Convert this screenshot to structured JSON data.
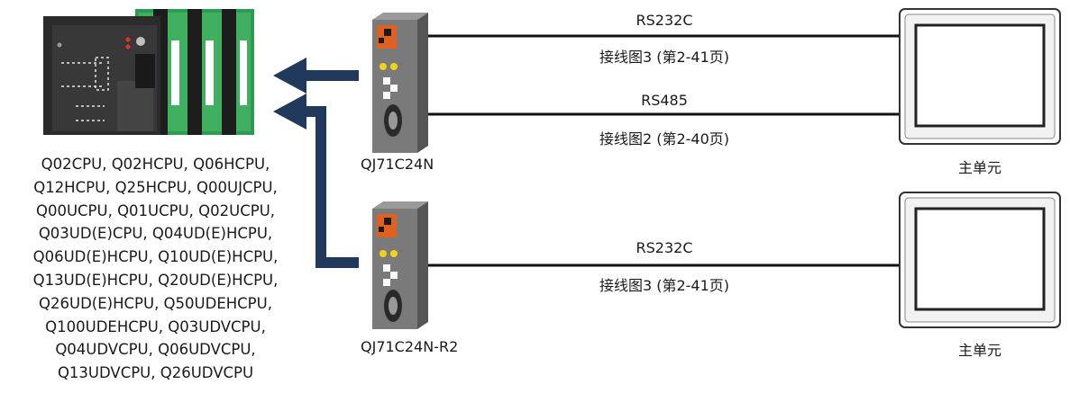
{
  "cpu_models": [
    "Q02CPU, Q02HCPU, Q06HCPU,",
    "Q12HCPU, Q25HCPU, Q00UJCPU,",
    "Q00UCPU, Q01UCPU, Q02UCPU,",
    "Q03UD(E)CPU, Q04UD(E)HCPU,",
    "Q06UD(E)HCPU, Q10UD(E)HCPU,",
    "Q13UD(E)HCPU, Q20UD(E)HCPU,",
    "Q26UD(E)HCPU, Q50UDEHCPU,",
    "Q100UDEHCPU, Q03UDVCPU,",
    "Q04UDVCPU, Q06UDVCPU,",
    "Q13UDVCPU, Q26UDVCPU"
  ],
  "modules": [
    {
      "name": "QJ71C24N"
    },
    {
      "name": "QJ71C24N-R2"
    }
  ],
  "links": [
    {
      "protocol": "RS232C",
      "wiring": "接线图3 (第2-41页)"
    },
    {
      "protocol": "RS485",
      "wiring": "接线图2 (第2-40页)"
    },
    {
      "protocol": "RS232C",
      "wiring": "接线图3 (第2-41页)"
    }
  ],
  "hmi_units": [
    {
      "label": "主单元"
    },
    {
      "label": "主单元"
    }
  ],
  "colors": {
    "arrow": "#22395e",
    "module_body": "#7a7a7a",
    "module_accent": "#e0611f",
    "plc_body": "#2b2b2b",
    "plc_rail": "#2f9a52",
    "line": "#111111"
  }
}
